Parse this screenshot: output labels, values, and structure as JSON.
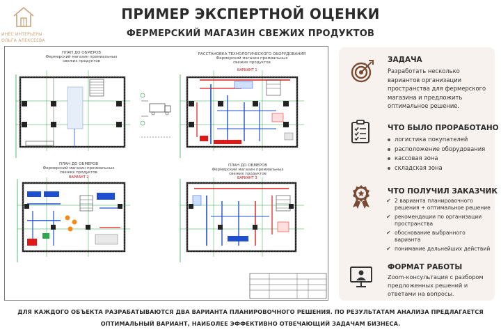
{
  "brand": {
    "line1": "ИНЕС ИНТЕРЬЕРЫ",
    "line2": "ОЛЬГА АЛЕКСЕЕВА",
    "accent": "#c9a27a"
  },
  "header": {
    "title": "ПРИМЕР ЭКСПЕРТНОЙ ОЦЕНКИ",
    "subtitle": "ФЕРМЕРСКИЙ МАГАЗИН СВЕЖИХ ПРОДУКТОВ"
  },
  "drawings": {
    "plan1": {
      "title": "ПЛАН ДО ОБМЕРОВ",
      "line2": "Фермерский магазин премиальных",
      "line3": "свежих продуктов"
    },
    "plan2": {
      "title": "РАССТАНОВКА ТЕХНОЛОГИЧЕСКОГО ОБОРУДОВАНИЯ",
      "line2": "Фермерский магазин премиальных",
      "line3": "свежих продуктов",
      "variant": "ВАРИАНТ 1"
    },
    "plan3": {
      "title": "ПЛАН ДО ОБМЕРОВ",
      "line2": "Фермерский магазин премиальных",
      "line3": "свежих продуктов",
      "variant": "ВАРИАНТ 2"
    },
    "plan4": {
      "title": "ПЛАН ДО ОБМЕРОВ",
      "line2": "Фермерский магазин премиальных",
      "line3": "свежих продуктов",
      "variant": "ВАРИАНТ 3"
    }
  },
  "panel": {
    "task": {
      "icon": "target-icon",
      "title": "ЗАДАЧА",
      "text": "Разработать несколько вариантов организации пространства для фермерского магазина и предложить оптимальное решение."
    },
    "worked": {
      "icon": "checklist-icon",
      "title": "ЧТО БЫЛО ПРОРАБОТАНО",
      "items": [
        "логистика покупателей",
        "расположение оборудования",
        "кассовая зона",
        "складская зона"
      ]
    },
    "received": {
      "icon": "medal-icon",
      "title": "ЧТО ПОЛУЧИЛ ЗАКАЗЧИК",
      "items": [
        "2 варианта планировочного решения + оптимальное решение",
        "рекомендации по организации пространства",
        "обоснование выбранного варианта",
        "понимание дальнейших действий"
      ]
    },
    "format": {
      "icon": "monitor-person-icon",
      "title": "ФОРМАТ РАБОТЫ",
      "text": "Zoom-консультация с разбором предложенных решений и ответами на вопросы."
    }
  },
  "footer": {
    "line1": "ДЛЯ КАЖДОГО ОБЪЕКТА РАЗРАБАТЫВАЮТСЯ ДВА ВАРИАНТА ПЛАНИРОВОЧНОГО РЕШЕНИЯ. ПО РЕЗУЛЬТАТАМ АНАЛИЗА ПРЕДЛАГАЕТСЯ",
    "line2": "ОПТИМАЛЬНЫЙ ВАРИАНТ, НАИБОЛЕЕ ЭФФЕКТИВНО ОТВЕЧАЮЩИЙ ЗАДАЧАМ БИЗНЕСА."
  }
}
